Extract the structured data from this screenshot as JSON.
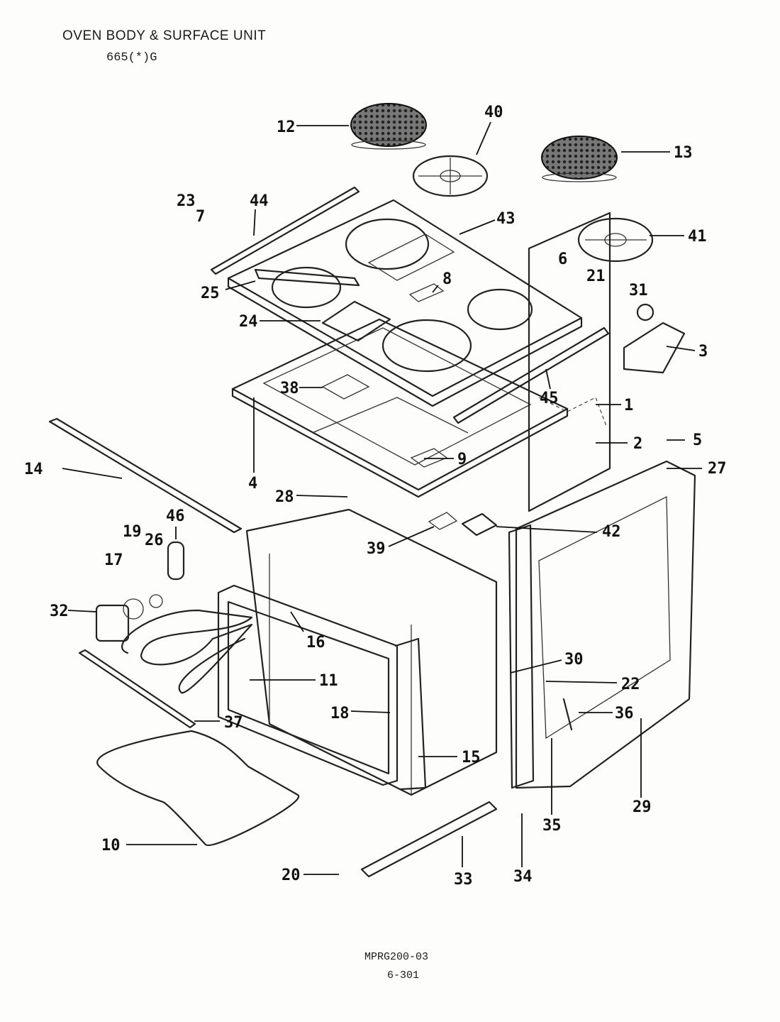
{
  "header": {
    "title": "OVEN BODY & SURFACE UNIT",
    "model": "665(*)G"
  },
  "footer": {
    "ref_code": "MPRG200-03",
    "page_code": "6-301"
  },
  "callouts": [
    "1",
    "2",
    "3",
    "4",
    "5",
    "6",
    "7",
    "8",
    "9",
    "10",
    "11",
    "12",
    "13",
    "14",
    "15",
    "16",
    "17",
    "18",
    "19",
    "20",
    "21",
    "22",
    "23",
    "24",
    "25",
    "26",
    "27",
    "28",
    "29",
    "30",
    "31",
    "32",
    "33",
    "34",
    "35",
    "36",
    "37",
    "38",
    "39",
    "40",
    "41",
    "42",
    "43",
    "44",
    "45",
    "46"
  ]
}
